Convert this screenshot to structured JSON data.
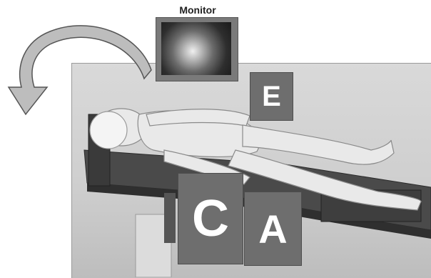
{
  "monitor": {
    "label": "Monitor"
  },
  "positions": {
    "e": "E",
    "c": "C",
    "a": "A"
  }
}
